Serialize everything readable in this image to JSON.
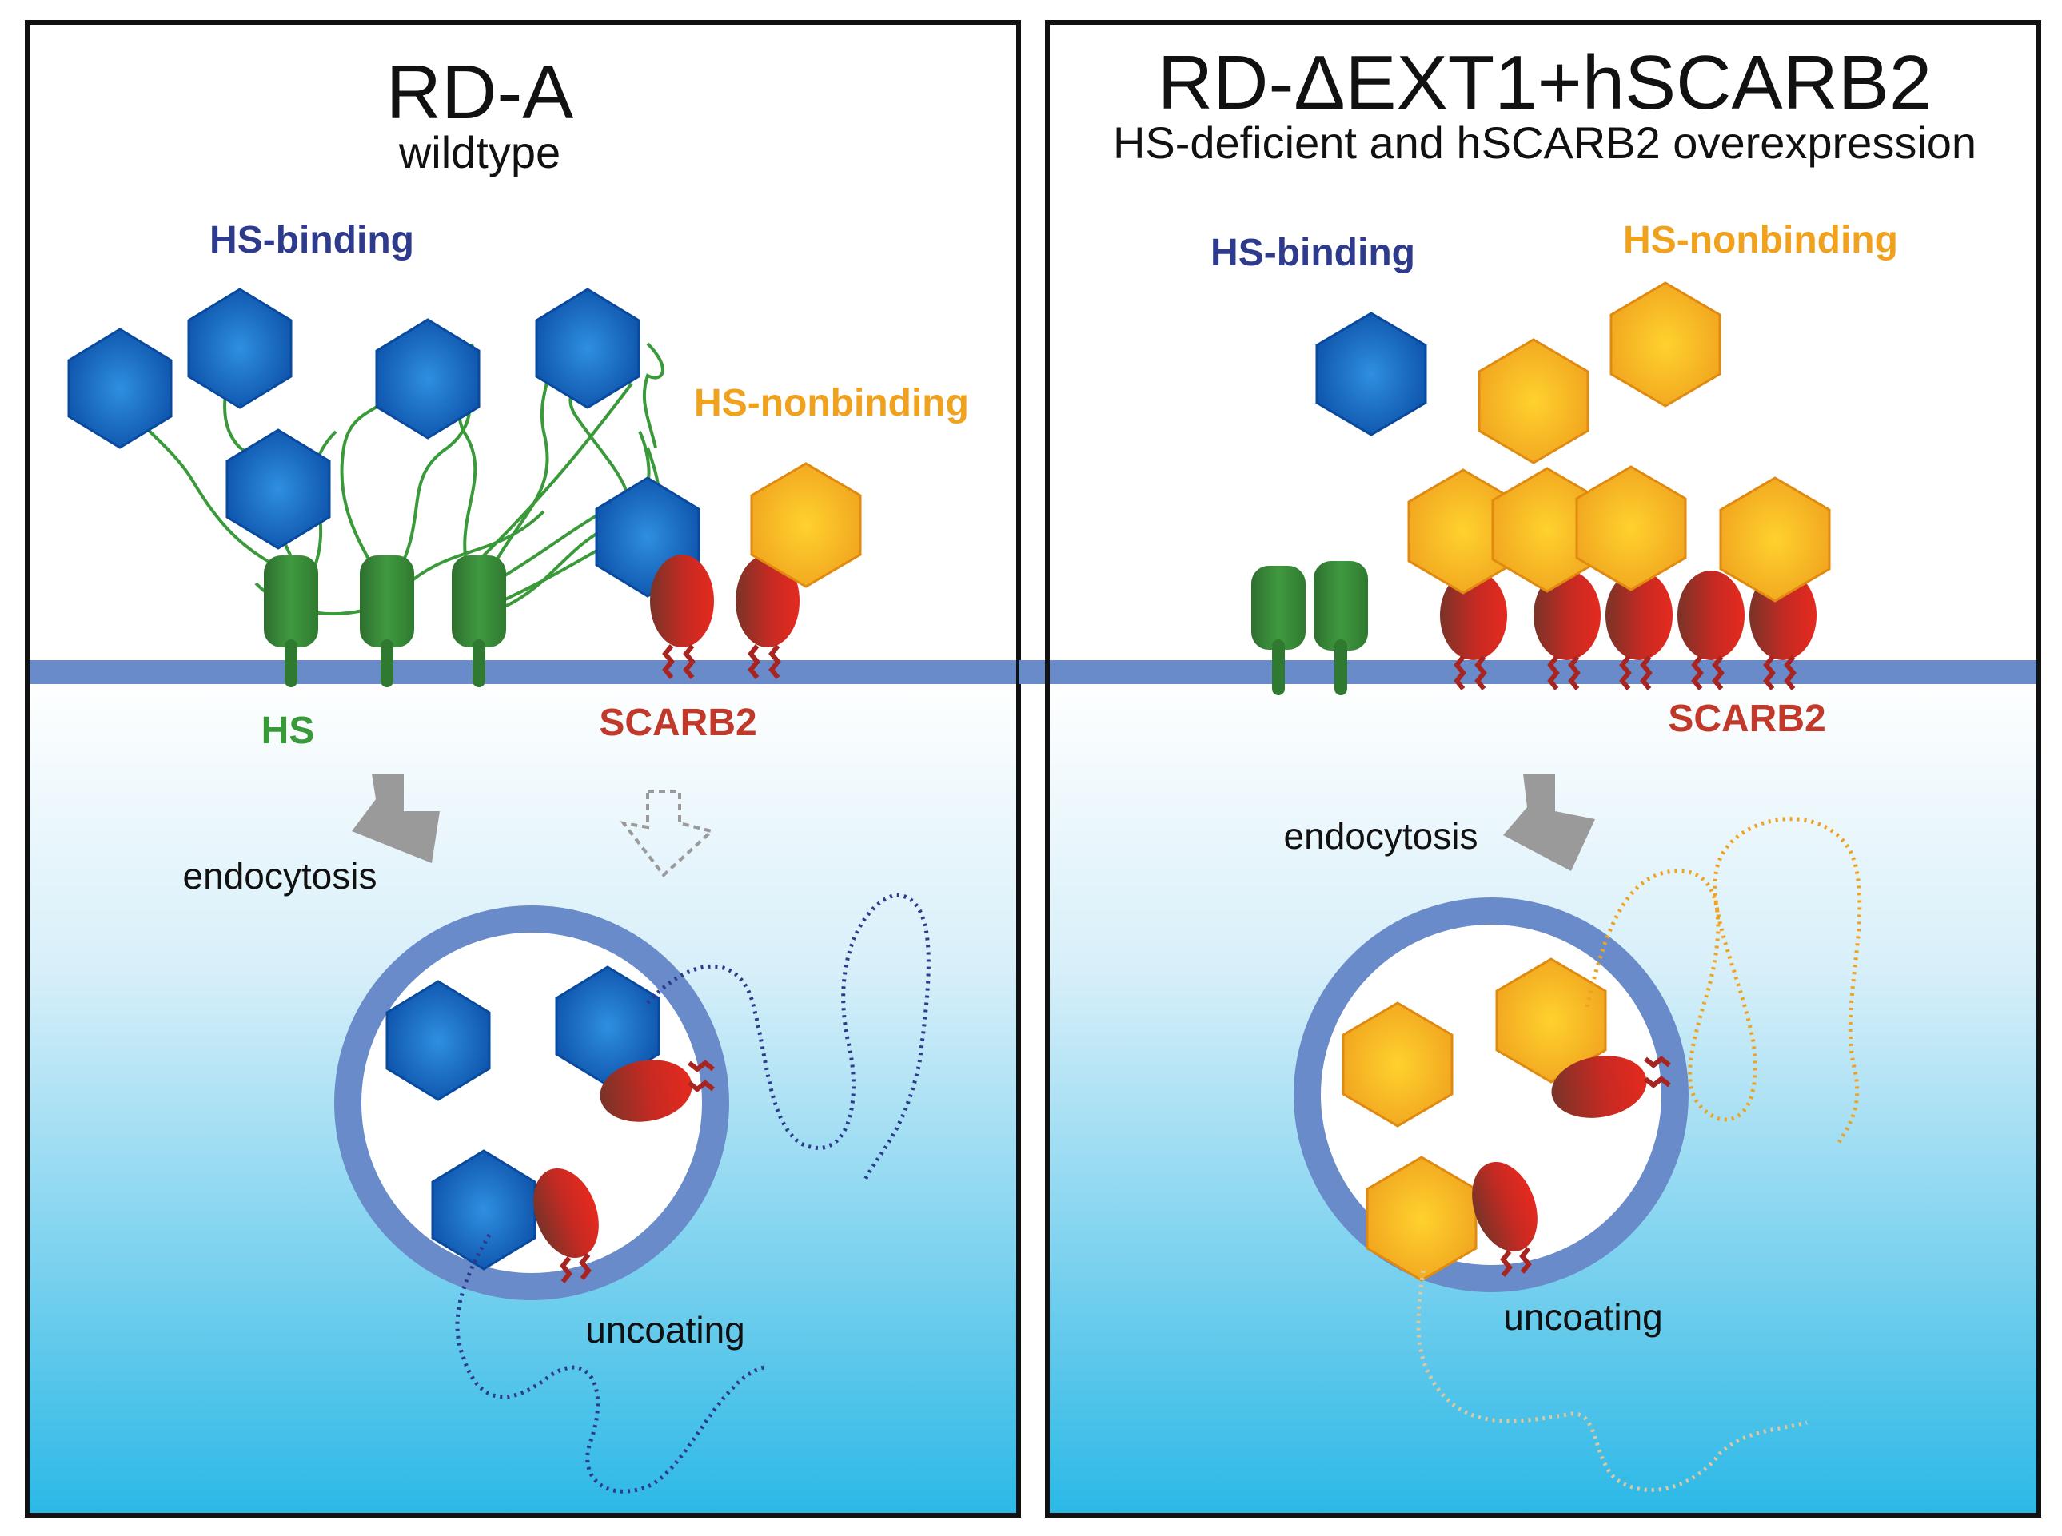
{
  "panels": [
    {
      "title": "RD-A",
      "subtitle": "wildtype",
      "labels": {
        "hs_binding": "HS-binding",
        "hs_nonbinding": "HS-nonbinding",
        "hs": "HS",
        "scarb2": "SCARB2",
        "endocytosis": "endocytosis",
        "uncoating": "uncoating"
      }
    },
    {
      "title": "RD-ΔEXT1+hSCARB2",
      "subtitle": "HS-deficient and hSCARB2 overexpression",
      "labels": {
        "hs_binding": "HS-binding",
        "hs_nonbinding": "HS-nonbinding",
        "scarb2": "SCARB2",
        "endocytosis": "endocytosis",
        "uncoating": "uncoating"
      }
    }
  ],
  "colors": {
    "hs_binding": "#2e3a8c",
    "hs_nonbinding": "#f0a21e",
    "hs": "#3a9a3a",
    "scarb2": "#c0392b",
    "membrane": "#6a8bc9",
    "cytoplasm_top": "#ffffff",
    "cytoplasm_bottom": "#2bb8e6",
    "arrow": "#9a9a9a"
  }
}
